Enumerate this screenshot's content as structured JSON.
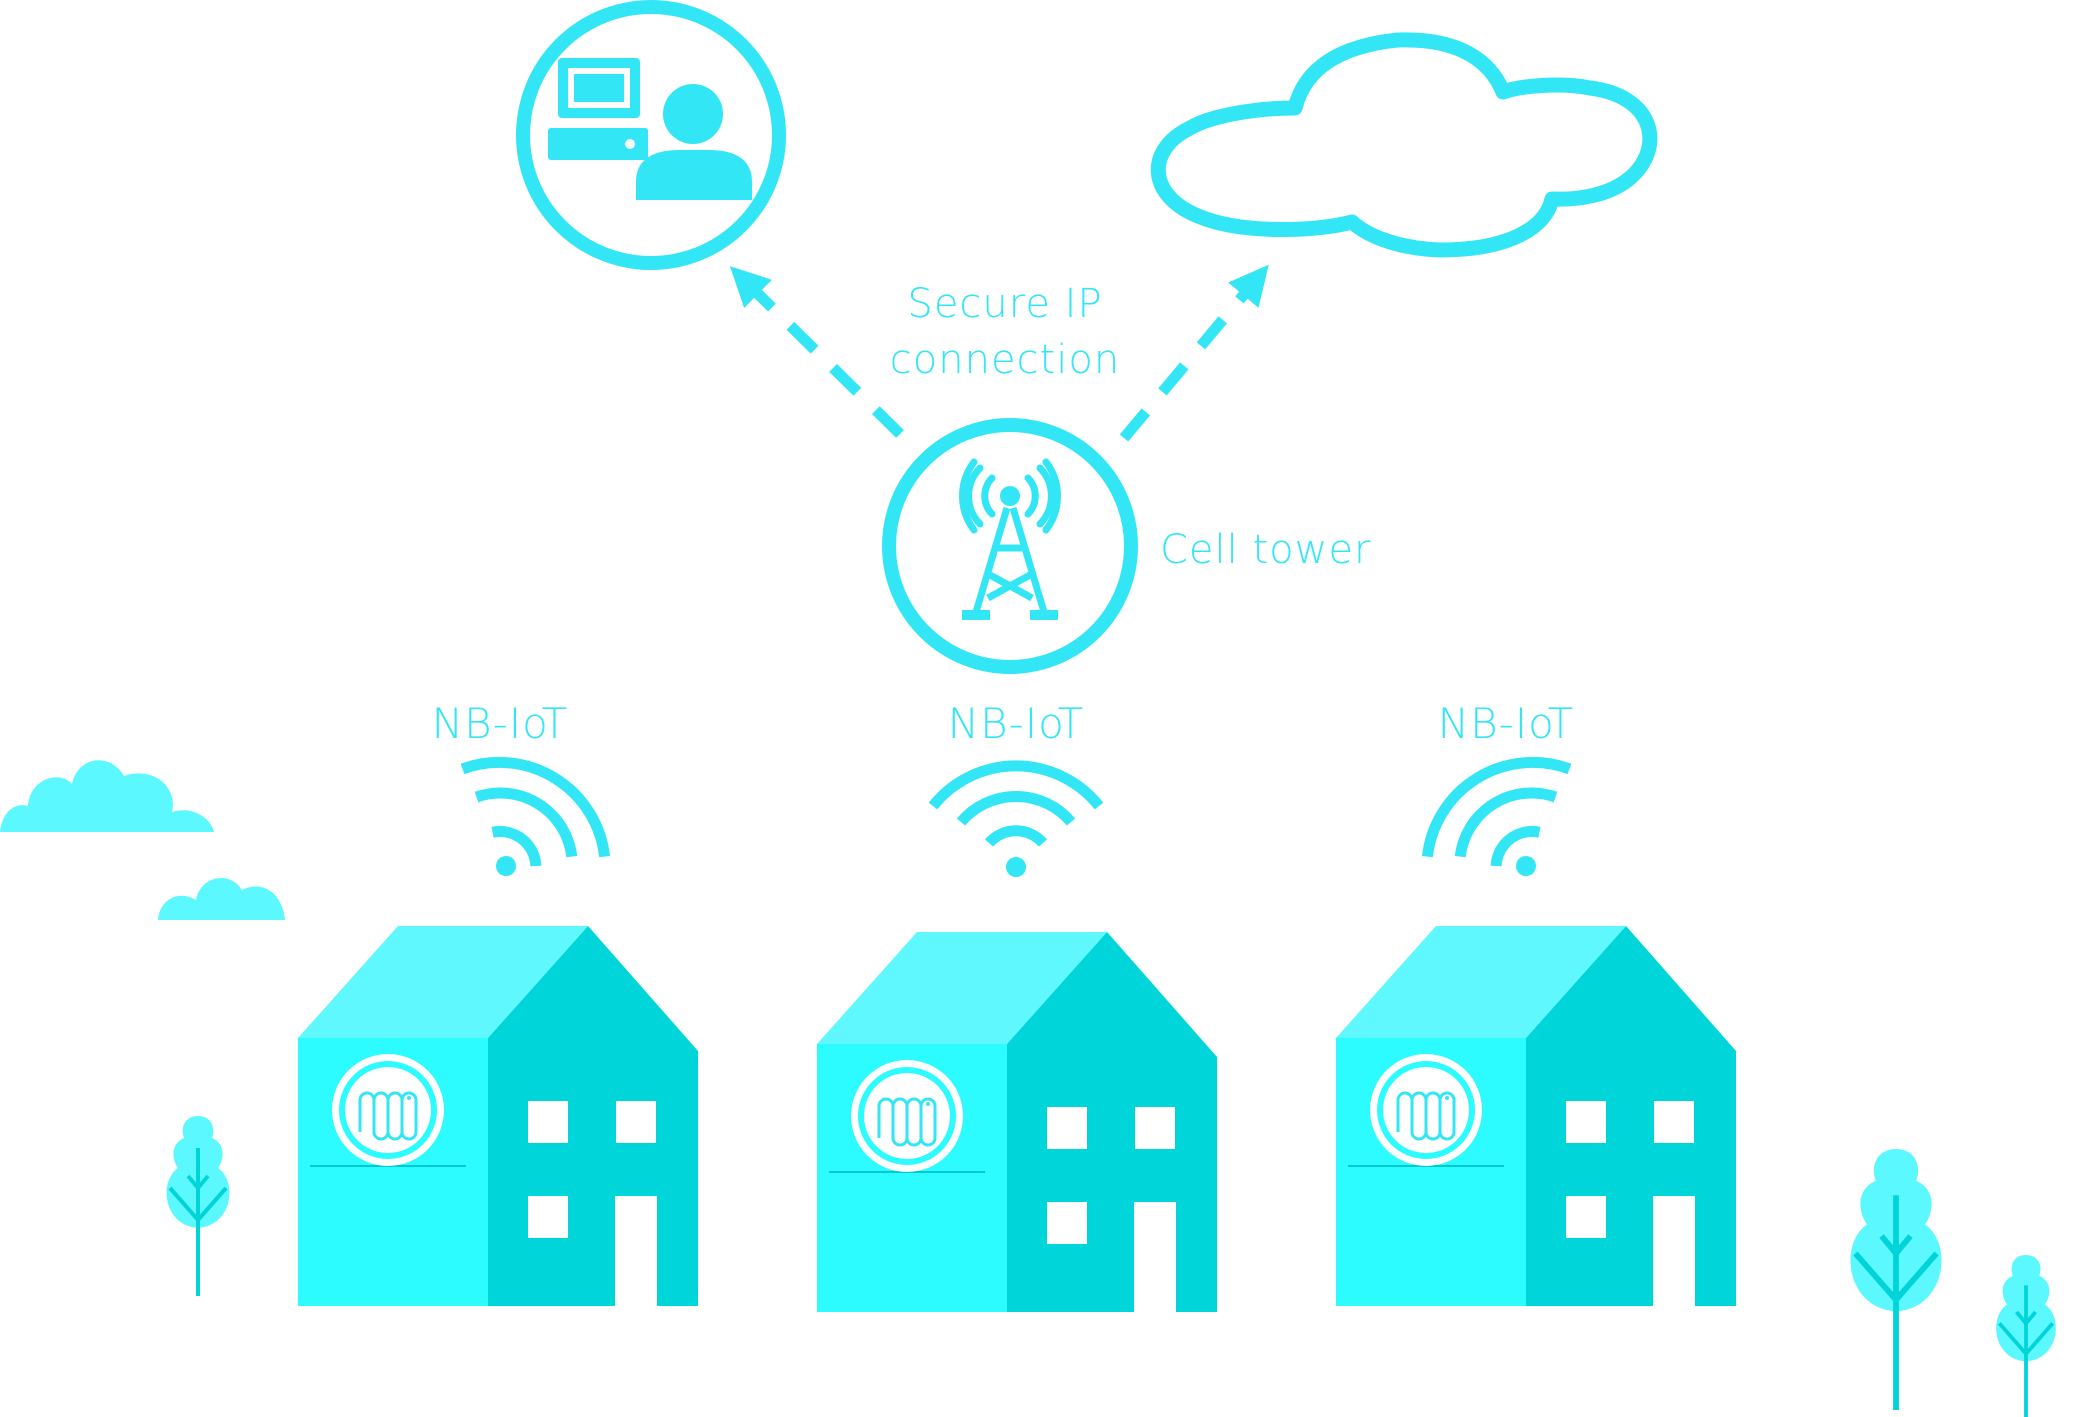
{
  "labels": {
    "secure_ip_line1": "Secure IP",
    "secure_ip_line2": "connection",
    "cell_tower": "Cell tower",
    "nb_iot": "NB-IoT"
  },
  "icons": {
    "operator": "computer-user-icon",
    "cloud": "cloud-icon",
    "tower": "cell-tower-icon",
    "signal": "wifi-signal-icon",
    "meter": "radiator-meter-icon",
    "house": "house-icon",
    "tree": "tree-icon"
  },
  "colors": {
    "primary": "#33e6f6",
    "roof_light": "#5ff8ff",
    "wall_light": "#2cfbff",
    "wall_dark": "#00d6d9",
    "tree": "#5cf8ff",
    "trunk": "#00d4d8"
  }
}
